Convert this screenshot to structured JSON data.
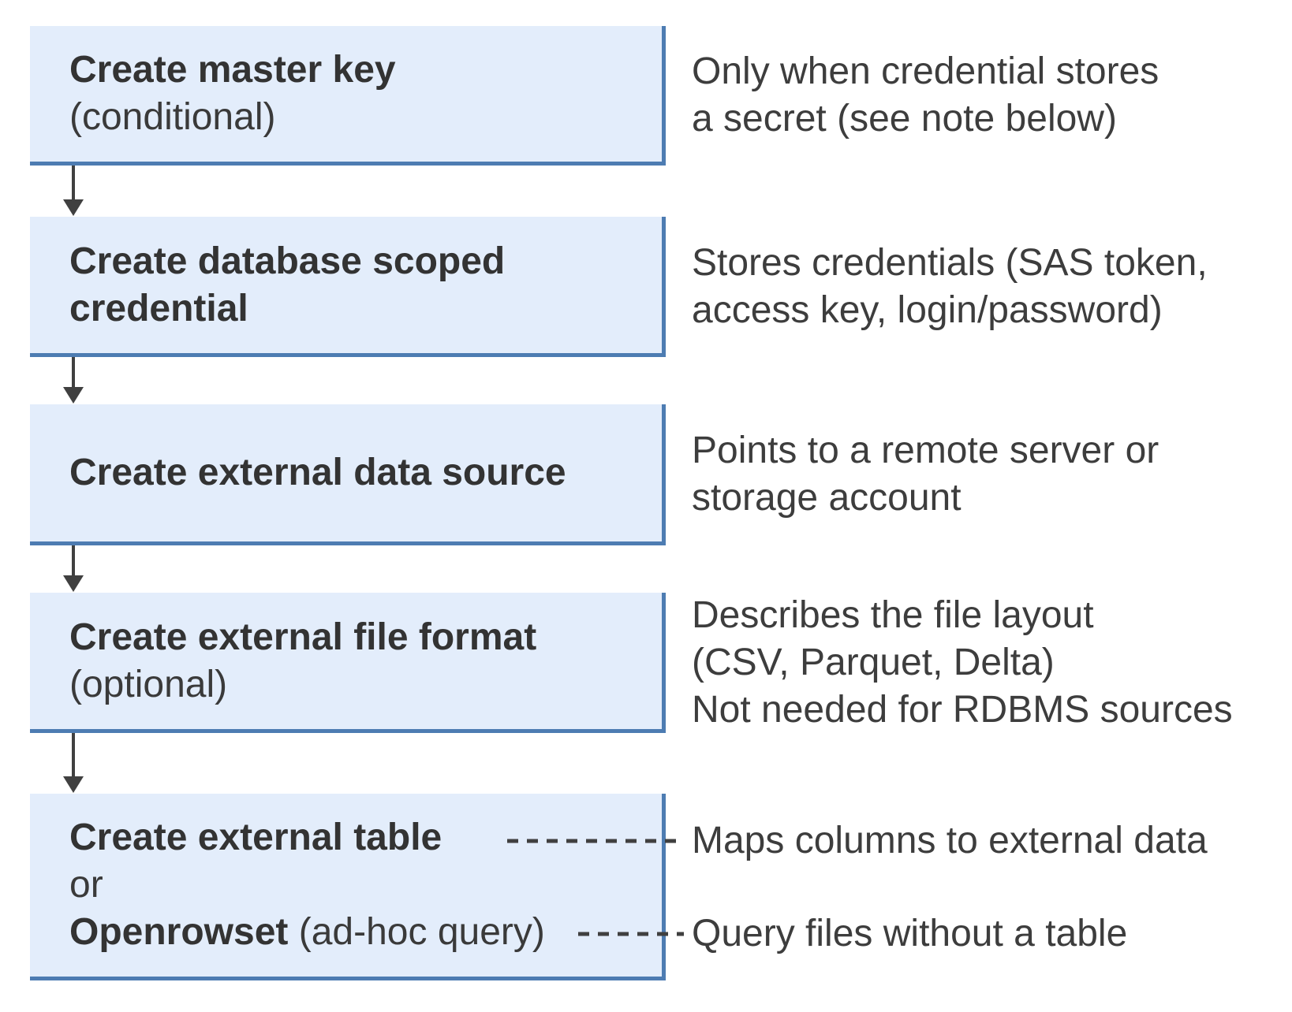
{
  "palette": {
    "box_fill": "#e3edfb",
    "box_border": "#4d7cb2",
    "title_text": "#333333",
    "body_text": "#3d3d3d",
    "connector": "#404040"
  },
  "steps": [
    {
      "title": "Create master key",
      "subtitle": "(conditional)",
      "note": "Only when credential stores\na secret (see note below)"
    },
    {
      "title": "Create database scoped\ncredential",
      "subtitle": "",
      "note": "Stores credentials (SAS token,\naccess key, login/password)"
    },
    {
      "title": "Create external data source",
      "subtitle": "",
      "note": "Points to a remote server or\nstorage account"
    },
    {
      "title": "Create external file format",
      "subtitle": "(optional)",
      "note": "Describes the file layout\n(CSV, Parquet, Delta)\nNot needed for RDBMS sources"
    },
    {
      "line1": "Create external table",
      "line2": "or",
      "line3_bold": "Openrowset",
      "line3_rest": " (ad-hoc query)",
      "note_table": "Maps columns to external data",
      "note_openrowset": "Query files without a table"
    }
  ]
}
